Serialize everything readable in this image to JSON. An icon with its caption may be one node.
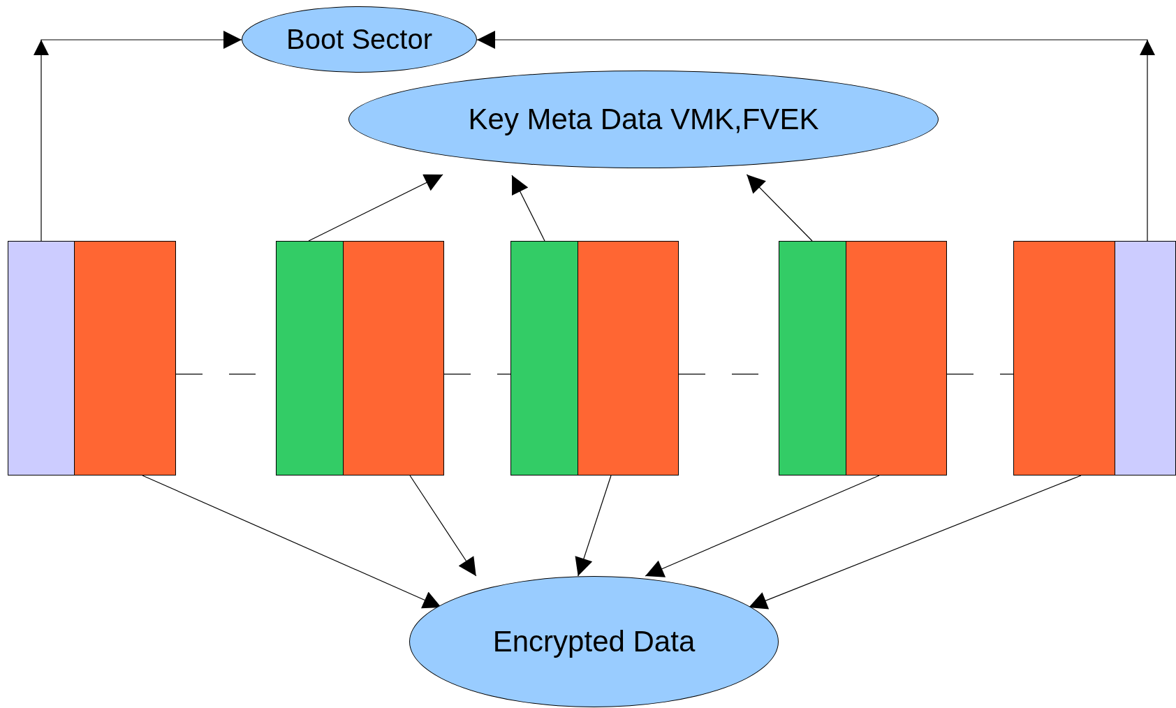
{
  "diagram": {
    "nodes": [
      {
        "text": [
          "Boot Sector"
        ]
      },
      {
        "text": [
          "Key Meta Data VMK,FVEK"
        ]
      },
      {
        "text": [
          "Encrypted Data"
        ]
      },
      {
        "text": [],
        "shape": "box"
      },
      {
        "text": [],
        "shape": "box"
      },
      {
        "text": [],
        "shape": "box"
      },
      {
        "text": [],
        "shape": "box"
      },
      {
        "text": [],
        "shape": "box"
      },
      {
        "text": [],
        "shape": "box"
      },
      {
        "text": [],
        "shape": "box"
      },
      {
        "text": [],
        "shape": "box"
      },
      {
        "text": [],
        "shape": "box"
      },
      {
        "text": [],
        "shape": "box"
      }
    ],
    "edges": [
      {
        "from": 3,
        "to": 0,
        "arrow": "to"
      },
      {
        "from": 12,
        "to": 0,
        "arrow": "to"
      },
      {
        "from": 5,
        "to": 1,
        "arrow": "to"
      },
      {
        "from": 7,
        "to": 1,
        "arrow": "to"
      },
      {
        "from": 9,
        "to": 1,
        "arrow": "to"
      },
      {
        "from": 4,
        "to": 2,
        "arrow": "to"
      },
      {
        "from": 6,
        "to": 2,
        "arrow": "to"
      },
      {
        "from": 8,
        "to": 2,
        "arrow": "to"
      },
      {
        "from": 10,
        "to": 2,
        "arrow": "to"
      },
      {
        "from": 11,
        "to": 2,
        "arrow": "to"
      },
      {
        "from": 4,
        "to": 5,
        "arrow": "none",
        "style": "dashed"
      },
      {
        "from": 6,
        "to": 7,
        "arrow": "none",
        "style": "dashed"
      },
      {
        "from": 8,
        "to": 9,
        "arrow": "none",
        "style": "dashed"
      },
      {
        "from": 10,
        "to": 11,
        "arrow": "none",
        "style": "dashed"
      }
    ]
  }
}
